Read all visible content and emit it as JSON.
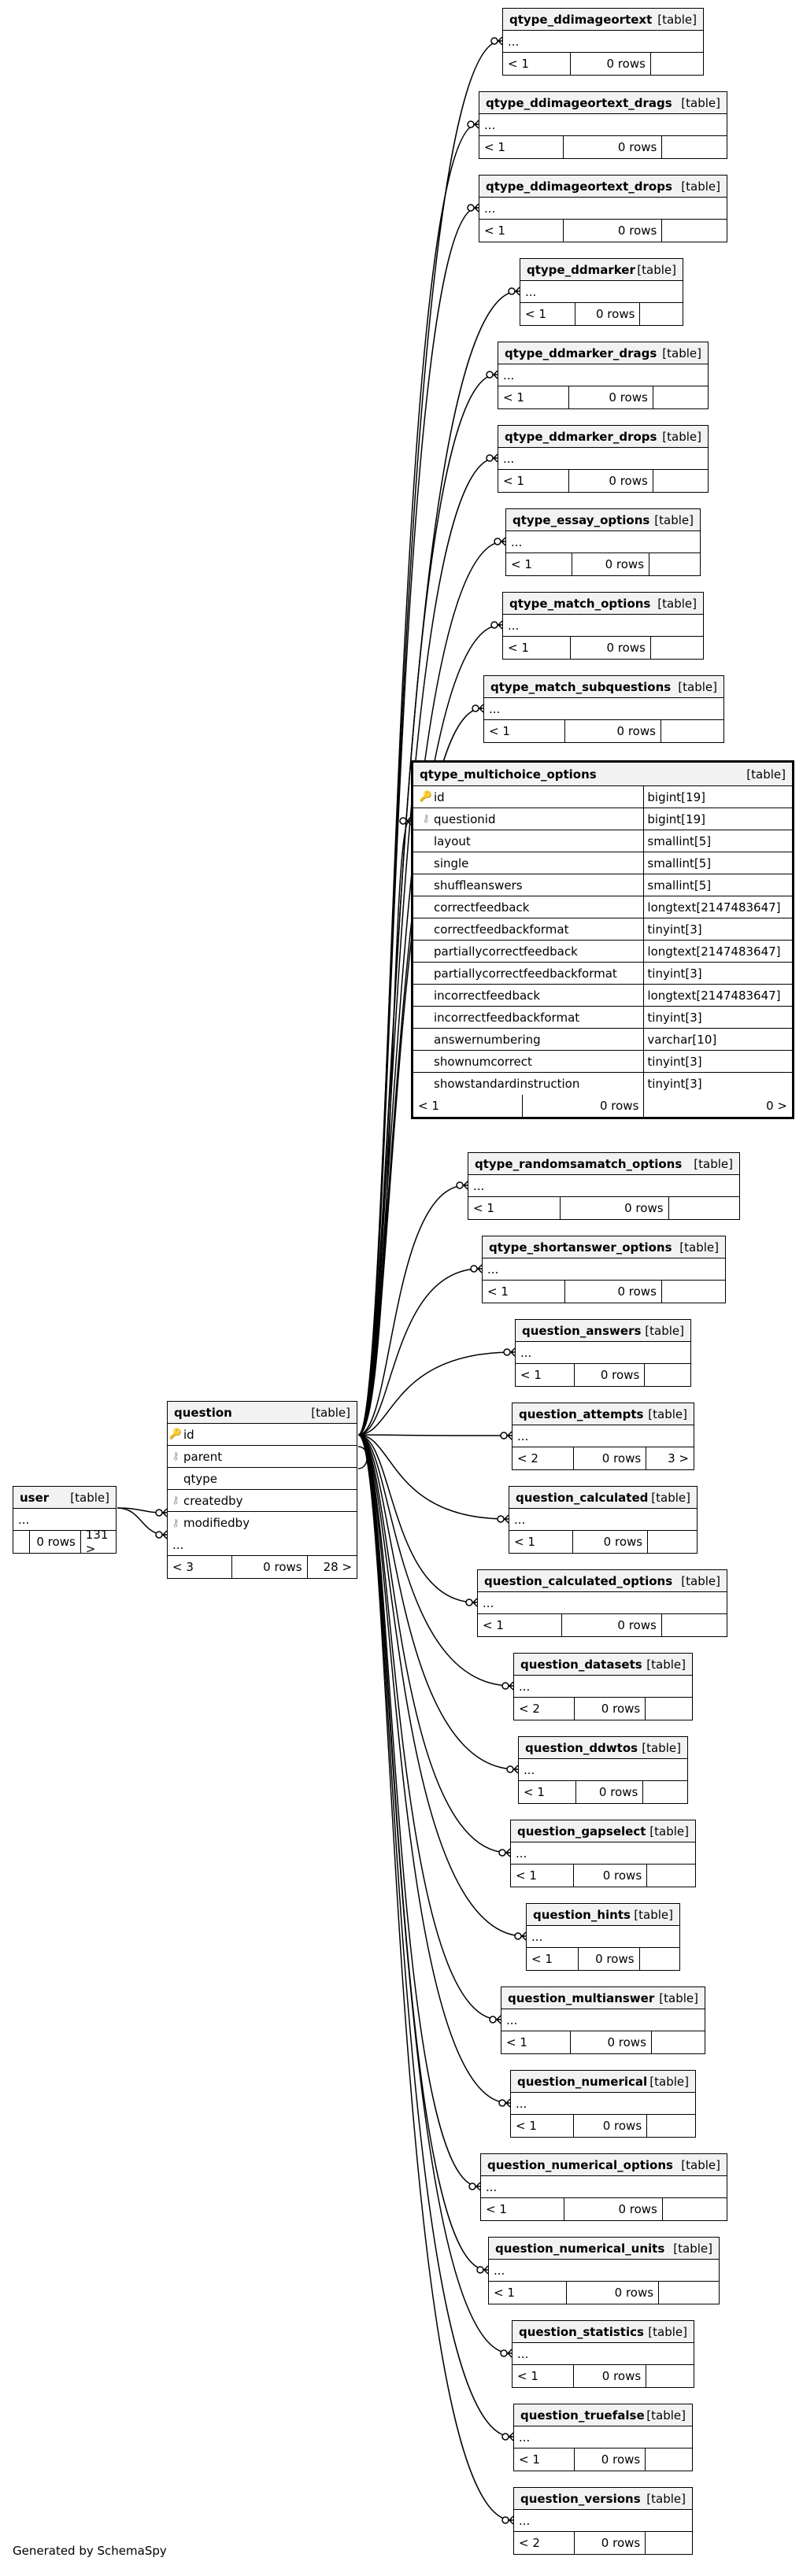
{
  "credit": "Generated by SchemaSpy",
  "table_tag": "[table]",
  "ellipsis": "...",
  "user": {
    "name": "user",
    "row": "...",
    "foot": [
      "",
      "0 rows",
      "131 >"
    ]
  },
  "question": {
    "name": "question",
    "columns": [
      {
        "name": "id",
        "key": "pk"
      },
      {
        "name": "parent",
        "key": "fk"
      },
      {
        "name": "qtype",
        "key": "none"
      },
      {
        "name": "createdby",
        "key": "fk"
      },
      {
        "name": "modifiedby",
        "key": "fk"
      }
    ],
    "row": "...",
    "foot": [
      "< 3",
      "0 rows",
      "28 >"
    ]
  },
  "focus": {
    "name": "qtype_multichoice_options",
    "columns": [
      {
        "name": "id",
        "type": "bigint[19]",
        "key": "pk"
      },
      {
        "name": "questionid",
        "type": "bigint[19]",
        "key": "fk"
      },
      {
        "name": "layout",
        "type": "smallint[5]",
        "key": "none"
      },
      {
        "name": "single",
        "type": "smallint[5]",
        "key": "none"
      },
      {
        "name": "shuffleanswers",
        "type": "smallint[5]",
        "key": "none"
      },
      {
        "name": "correctfeedback",
        "type": "longtext[2147483647]",
        "key": "none"
      },
      {
        "name": "correctfeedbackformat",
        "type": "tinyint[3]",
        "key": "none"
      },
      {
        "name": "partiallycorrectfeedback",
        "type": "longtext[2147483647]",
        "key": "none"
      },
      {
        "name": "partiallycorrectfeedbackformat",
        "type": "tinyint[3]",
        "key": "none"
      },
      {
        "name": "incorrectfeedback",
        "type": "longtext[2147483647]",
        "key": "none"
      },
      {
        "name": "incorrectfeedbackformat",
        "type": "tinyint[3]",
        "key": "none"
      },
      {
        "name": "answernumbering",
        "type": "varchar[10]",
        "key": "none"
      },
      {
        "name": "shownumcorrect",
        "type": "tinyint[3]",
        "key": "none"
      },
      {
        "name": "showstandardinstruction",
        "type": "tinyint[3]",
        "key": "none"
      }
    ],
    "foot": [
      "< 1",
      "0 rows",
      "0 >"
    ]
  },
  "related": [
    {
      "name": "qtype_ddimageortext",
      "foot": [
        "< 1",
        "0 rows",
        ""
      ]
    },
    {
      "name": "qtype_ddimageortext_drags",
      "foot": [
        "< 1",
        "0 rows",
        ""
      ]
    },
    {
      "name": "qtype_ddimageortext_drops",
      "foot": [
        "< 1",
        "0 rows",
        ""
      ]
    },
    {
      "name": "qtype_ddmarker",
      "foot": [
        "< 1",
        "0 rows",
        ""
      ]
    },
    {
      "name": "qtype_ddmarker_drags",
      "foot": [
        "< 1",
        "0 rows",
        ""
      ]
    },
    {
      "name": "qtype_ddmarker_drops",
      "foot": [
        "< 1",
        "0 rows",
        ""
      ]
    },
    {
      "name": "qtype_essay_options",
      "foot": [
        "< 1",
        "0 rows",
        ""
      ]
    },
    {
      "name": "qtype_match_options",
      "foot": [
        "< 1",
        "0 rows",
        ""
      ]
    },
    {
      "name": "qtype_match_subquestions",
      "foot": [
        "< 1",
        "0 rows",
        ""
      ]
    },
    {
      "name": "qtype_randomsamatch_options",
      "foot": [
        "< 1",
        "0 rows",
        ""
      ]
    },
    {
      "name": "qtype_shortanswer_options",
      "foot": [
        "< 1",
        "0 rows",
        ""
      ]
    },
    {
      "name": "question_answers",
      "foot": [
        "< 1",
        "0 rows",
        ""
      ]
    },
    {
      "name": "question_attempts",
      "foot": [
        "< 2",
        "0 rows",
        "3 >"
      ]
    },
    {
      "name": "question_calculated",
      "foot": [
        "< 1",
        "0 rows",
        ""
      ]
    },
    {
      "name": "question_calculated_options",
      "foot": [
        "< 1",
        "0 rows",
        ""
      ]
    },
    {
      "name": "question_datasets",
      "foot": [
        "< 2",
        "0 rows",
        ""
      ]
    },
    {
      "name": "question_ddwtos",
      "foot": [
        "< 1",
        "0 rows",
        ""
      ]
    },
    {
      "name": "question_gapselect",
      "foot": [
        "< 1",
        "0 rows",
        ""
      ]
    },
    {
      "name": "question_hints",
      "foot": [
        "< 1",
        "0 rows",
        ""
      ]
    },
    {
      "name": "question_multianswer",
      "foot": [
        "< 1",
        "0 rows",
        ""
      ]
    },
    {
      "name": "question_numerical",
      "foot": [
        "< 1",
        "0 rows",
        ""
      ]
    },
    {
      "name": "question_numerical_options",
      "foot": [
        "< 1",
        "0 rows",
        ""
      ]
    },
    {
      "name": "question_numerical_units",
      "foot": [
        "< 1",
        "0 rows",
        ""
      ]
    },
    {
      "name": "question_statistics",
      "foot": [
        "< 1",
        "0 rows",
        ""
      ]
    },
    {
      "name": "question_truefalse",
      "foot": [
        "< 1",
        "0 rows",
        ""
      ]
    },
    {
      "name": "question_versions",
      "foot": [
        "< 2",
        "0 rows",
        ""
      ]
    }
  ]
}
